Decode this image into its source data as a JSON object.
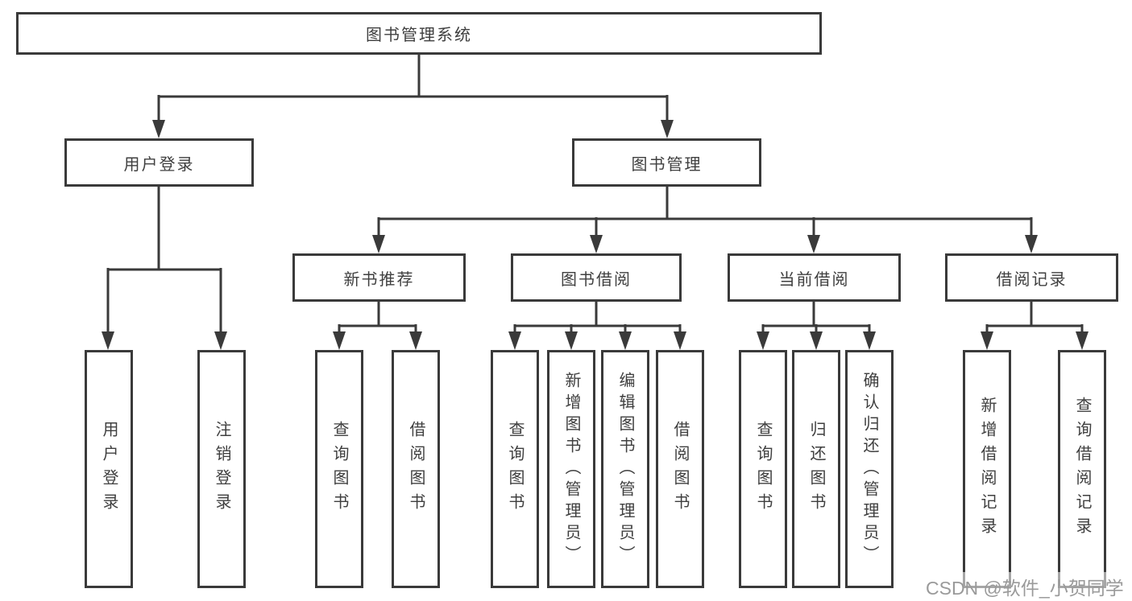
{
  "diagram": {
    "title": "图书管理系统",
    "tree": {
      "label": "图书管理系统",
      "children": [
        {
          "label": "用户登录",
          "children": [
            {
              "label": "用户登录"
            },
            {
              "label": "注销登录"
            }
          ]
        },
        {
          "label": "图书管理",
          "children": [
            {
              "label": "新书推荐",
              "children": [
                {
                  "label": "查询图书"
                },
                {
                  "label": "借阅图书"
                }
              ]
            },
            {
              "label": "图书借阅",
              "children": [
                {
                  "label": "查询图书"
                },
                {
                  "label": "新增图书（管理员）"
                },
                {
                  "label": "编辑图书（管理员）"
                },
                {
                  "label": "借阅图书"
                }
              ]
            },
            {
              "label": "当前借阅",
              "children": [
                {
                  "label": "查询图书"
                },
                {
                  "label": "归还图书"
                },
                {
                  "label": "确认归还（管理员）"
                }
              ]
            },
            {
              "label": "借阅记录",
              "children": [
                {
                  "label": "新增借阅记录"
                },
                {
                  "label": "查询借阅记录"
                }
              ]
            }
          ]
        }
      ]
    }
  },
  "watermark": {
    "text": "CSDN @软件_小贺同学"
  },
  "colors": {
    "line": "#3a3a3a",
    "text": "#3f3f3f",
    "box_background": "#ffffff",
    "watermark": "#9a9a9a"
  }
}
